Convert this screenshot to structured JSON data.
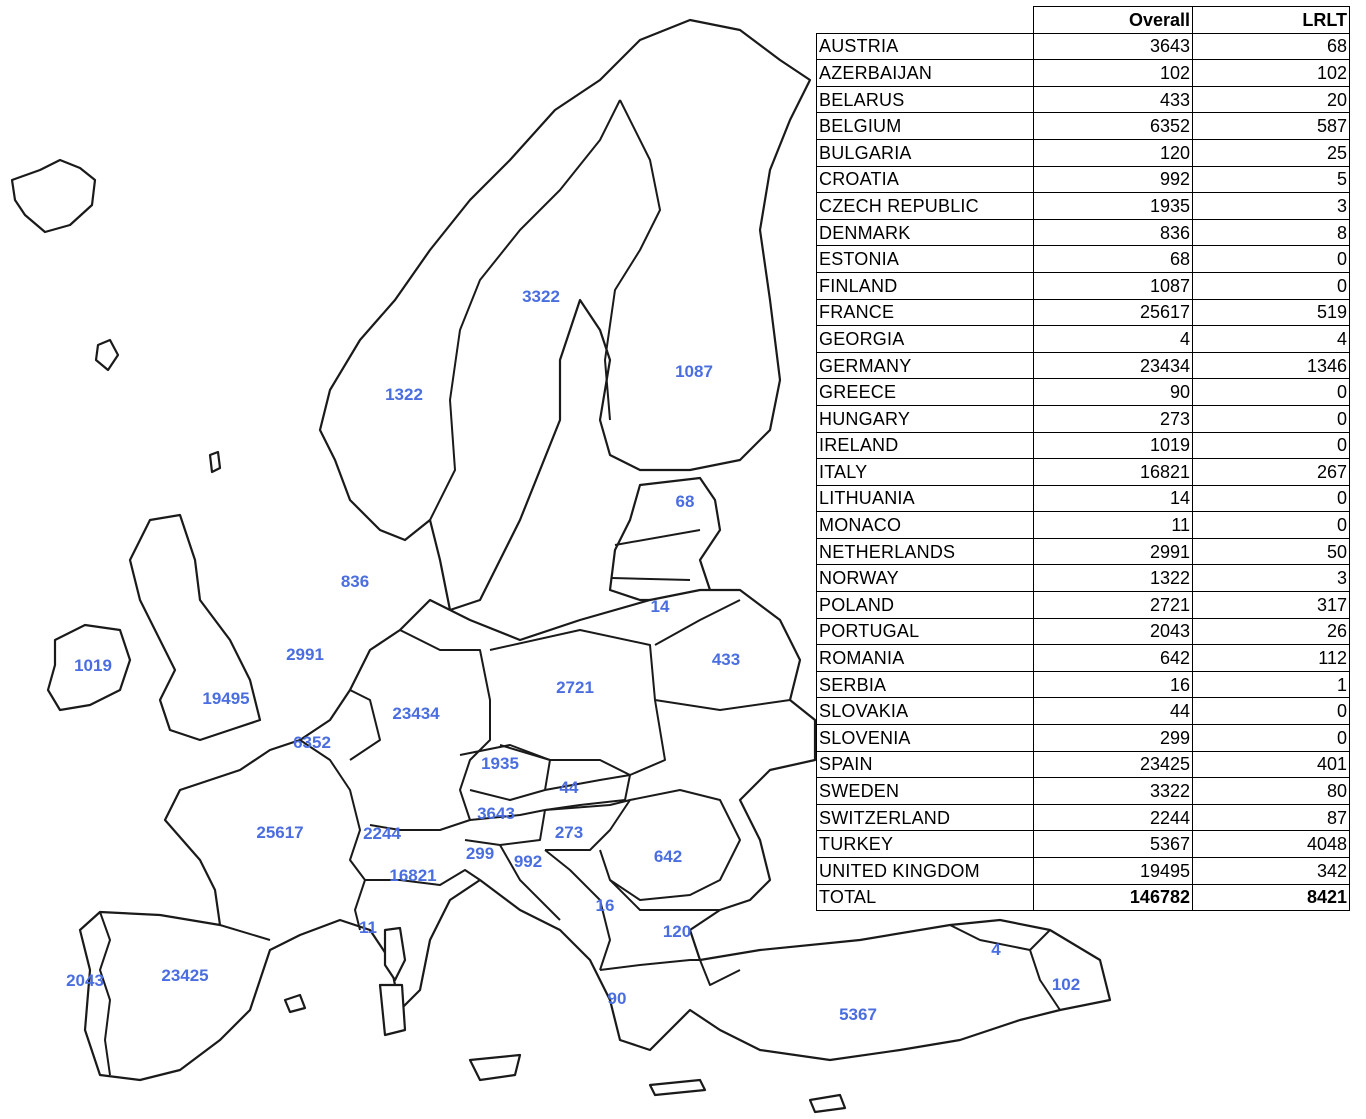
{
  "table": {
    "headers": [
      "",
      "Overall",
      "LRLT"
    ],
    "rows": [
      {
        "country": "AUSTRIA",
        "overall": "3643",
        "lrlt": "68"
      },
      {
        "country": "AZERBAIJAN",
        "overall": "102",
        "lrlt": "102"
      },
      {
        "country": "BELARUS",
        "overall": "433",
        "lrlt": "20"
      },
      {
        "country": "BELGIUM",
        "overall": "6352",
        "lrlt": "587"
      },
      {
        "country": "BULGARIA",
        "overall": "120",
        "lrlt": "25"
      },
      {
        "country": "CROATIA",
        "overall": "992",
        "lrlt": "5"
      },
      {
        "country": "CZECH REPUBLIC",
        "overall": "1935",
        "lrlt": "3"
      },
      {
        "country": "DENMARK",
        "overall": "836",
        "lrlt": "8"
      },
      {
        "country": "ESTONIA",
        "overall": "68",
        "lrlt": "0"
      },
      {
        "country": "FINLAND",
        "overall": "1087",
        "lrlt": "0"
      },
      {
        "country": "FRANCE",
        "overall": "25617",
        "lrlt": "519"
      },
      {
        "country": "GEORGIA",
        "overall": "4",
        "lrlt": "4"
      },
      {
        "country": "GERMANY",
        "overall": "23434",
        "lrlt": "1346"
      },
      {
        "country": "GREECE",
        "overall": "90",
        "lrlt": "0"
      },
      {
        "country": "HUNGARY",
        "overall": "273",
        "lrlt": "0"
      },
      {
        "country": "IRELAND",
        "overall": "1019",
        "lrlt": "0"
      },
      {
        "country": "ITALY",
        "overall": "16821",
        "lrlt": "267"
      },
      {
        "country": "LITHUANIA",
        "overall": "14",
        "lrlt": "0"
      },
      {
        "country": "MONACO",
        "overall": "11",
        "lrlt": "0"
      },
      {
        "country": "NETHERLANDS",
        "overall": "2991",
        "lrlt": "50"
      },
      {
        "country": "NORWAY",
        "overall": "1322",
        "lrlt": "3"
      },
      {
        "country": "POLAND",
        "overall": "2721",
        "lrlt": "317"
      },
      {
        "country": "PORTUGAL",
        "overall": "2043",
        "lrlt": "26"
      },
      {
        "country": "ROMANIA",
        "overall": "642",
        "lrlt": "112"
      },
      {
        "country": "SERBIA",
        "overall": "16",
        "lrlt": "1"
      },
      {
        "country": "SLOVAKIA",
        "overall": "44",
        "lrlt": "0"
      },
      {
        "country": "SLOVENIA",
        "overall": "299",
        "lrlt": "0"
      },
      {
        "country": "SPAIN",
        "overall": "23425",
        "lrlt": "401"
      },
      {
        "country": "SWEDEN",
        "overall": "3322",
        "lrlt": "80"
      },
      {
        "country": "SWITZERLAND",
        "overall": "2244",
        "lrlt": "87"
      },
      {
        "country": "TURKEY",
        "overall": "5367",
        "lrlt": "4048"
      },
      {
        "country": "UNITED KINGDOM",
        "overall": "19495",
        "lrlt": "342"
      }
    ],
    "total": {
      "country": "TOTAL",
      "overall": "146782",
      "lrlt": "8421"
    }
  },
  "map_labels": {
    "sweden": "3322",
    "finland": "1087",
    "norway": "1322",
    "estonia": "68",
    "denmark": "836",
    "lithuania": "14",
    "netherlands": "2991",
    "belarus": "433",
    "ireland": "1019",
    "poland": "2721",
    "uk": "19495",
    "germany": "23434",
    "belgium": "6352",
    "czech": "1935",
    "slovakia": "44",
    "austria": "3643",
    "france": "25617",
    "switzerland": "2244",
    "hungary": "273",
    "slovenia": "299",
    "croatia": "992",
    "romania": "642",
    "italy": "16821",
    "serbia": "16",
    "monaco": "11",
    "bulgaria": "120",
    "georgia": "4",
    "portugal": "2043",
    "spain": "23425",
    "azerbaijan": "102",
    "greece": "90",
    "turkey": "5367"
  },
  "colors": {
    "label": "#4a6ee0",
    "outline": "#1a1a1a"
  }
}
